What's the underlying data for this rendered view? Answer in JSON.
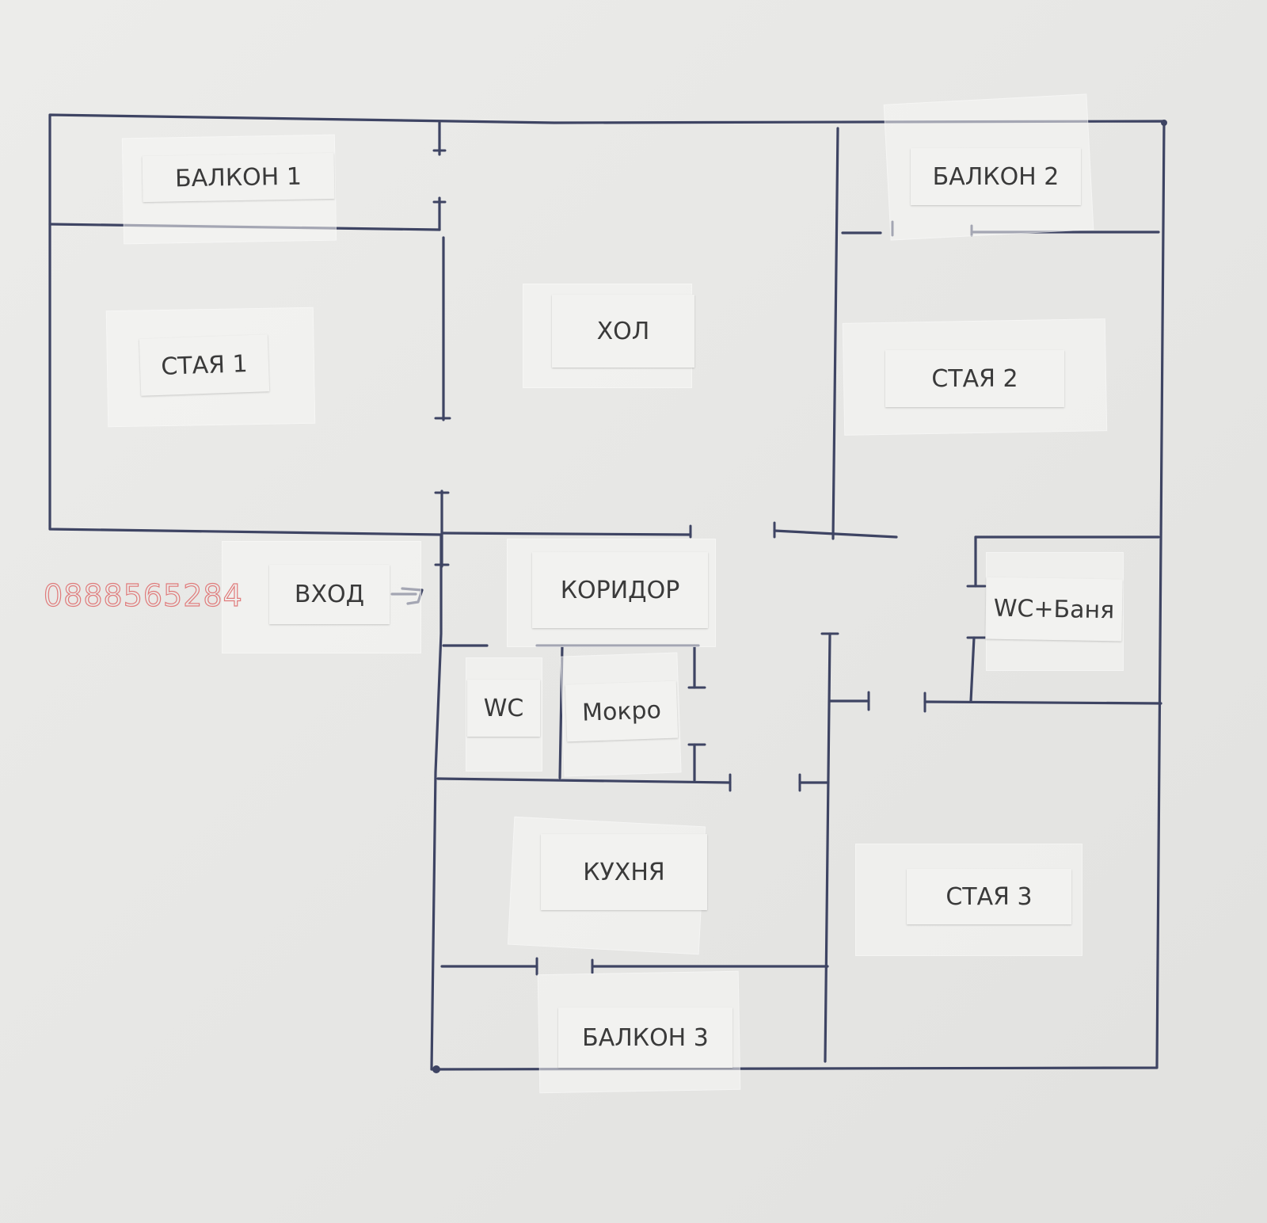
{
  "rooms": {
    "balcony1": "БАЛКОН 1",
    "balcony2": "БАЛКОН 2",
    "balcony3": "БАЛКОН 3",
    "room1": "СТАЯ 1",
    "room2": "СТАЯ  2",
    "room3": "СТАЯ 3",
    "hall": "ХОЛ",
    "entrance": "ВХОД",
    "corridor": "КОРИДОР",
    "wc": "WC",
    "wet": "Мокро",
    "wc_bath": "WC+Баня",
    "kitchen": "КУХНЯ"
  },
  "watermark": {
    "phone": "0888565284"
  },
  "colors": {
    "ink": "#3e4463",
    "paper": "#e9e9e7",
    "watermark": "#e07b7b"
  }
}
